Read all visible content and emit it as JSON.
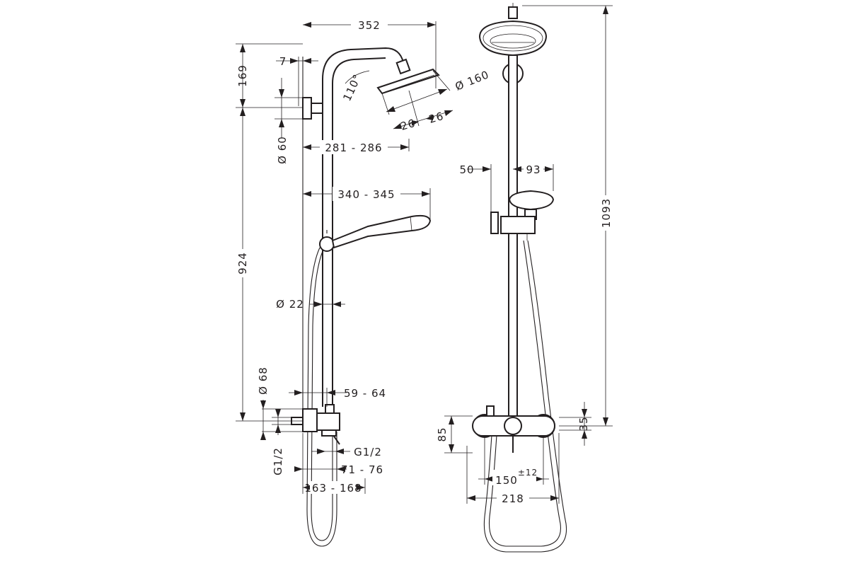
{
  "dimensions": {
    "side_view": {
      "d352": "352",
      "d7": "7",
      "d169": "169",
      "d110": "110°",
      "d160": "Ø 160",
      "d26a": "26",
      "d26b": "26",
      "d60": "Ø 60",
      "d281": "281 - 286",
      "d340": "340 - 345",
      "d924": "924",
      "d22": "Ø 22",
      "d68": "Ø 68",
      "d59": "59 - 64",
      "dg12a": "G1/2",
      "dg12b": "G1/2",
      "d71": "71 - 76",
      "d163": "163 - 168"
    },
    "front_view": {
      "d1093": "1093",
      "d50": "50",
      "d93": "93",
      "d85": "85",
      "d35": "35",
      "d150": "150",
      "d150_tol": "±12",
      "d218": "218"
    }
  }
}
